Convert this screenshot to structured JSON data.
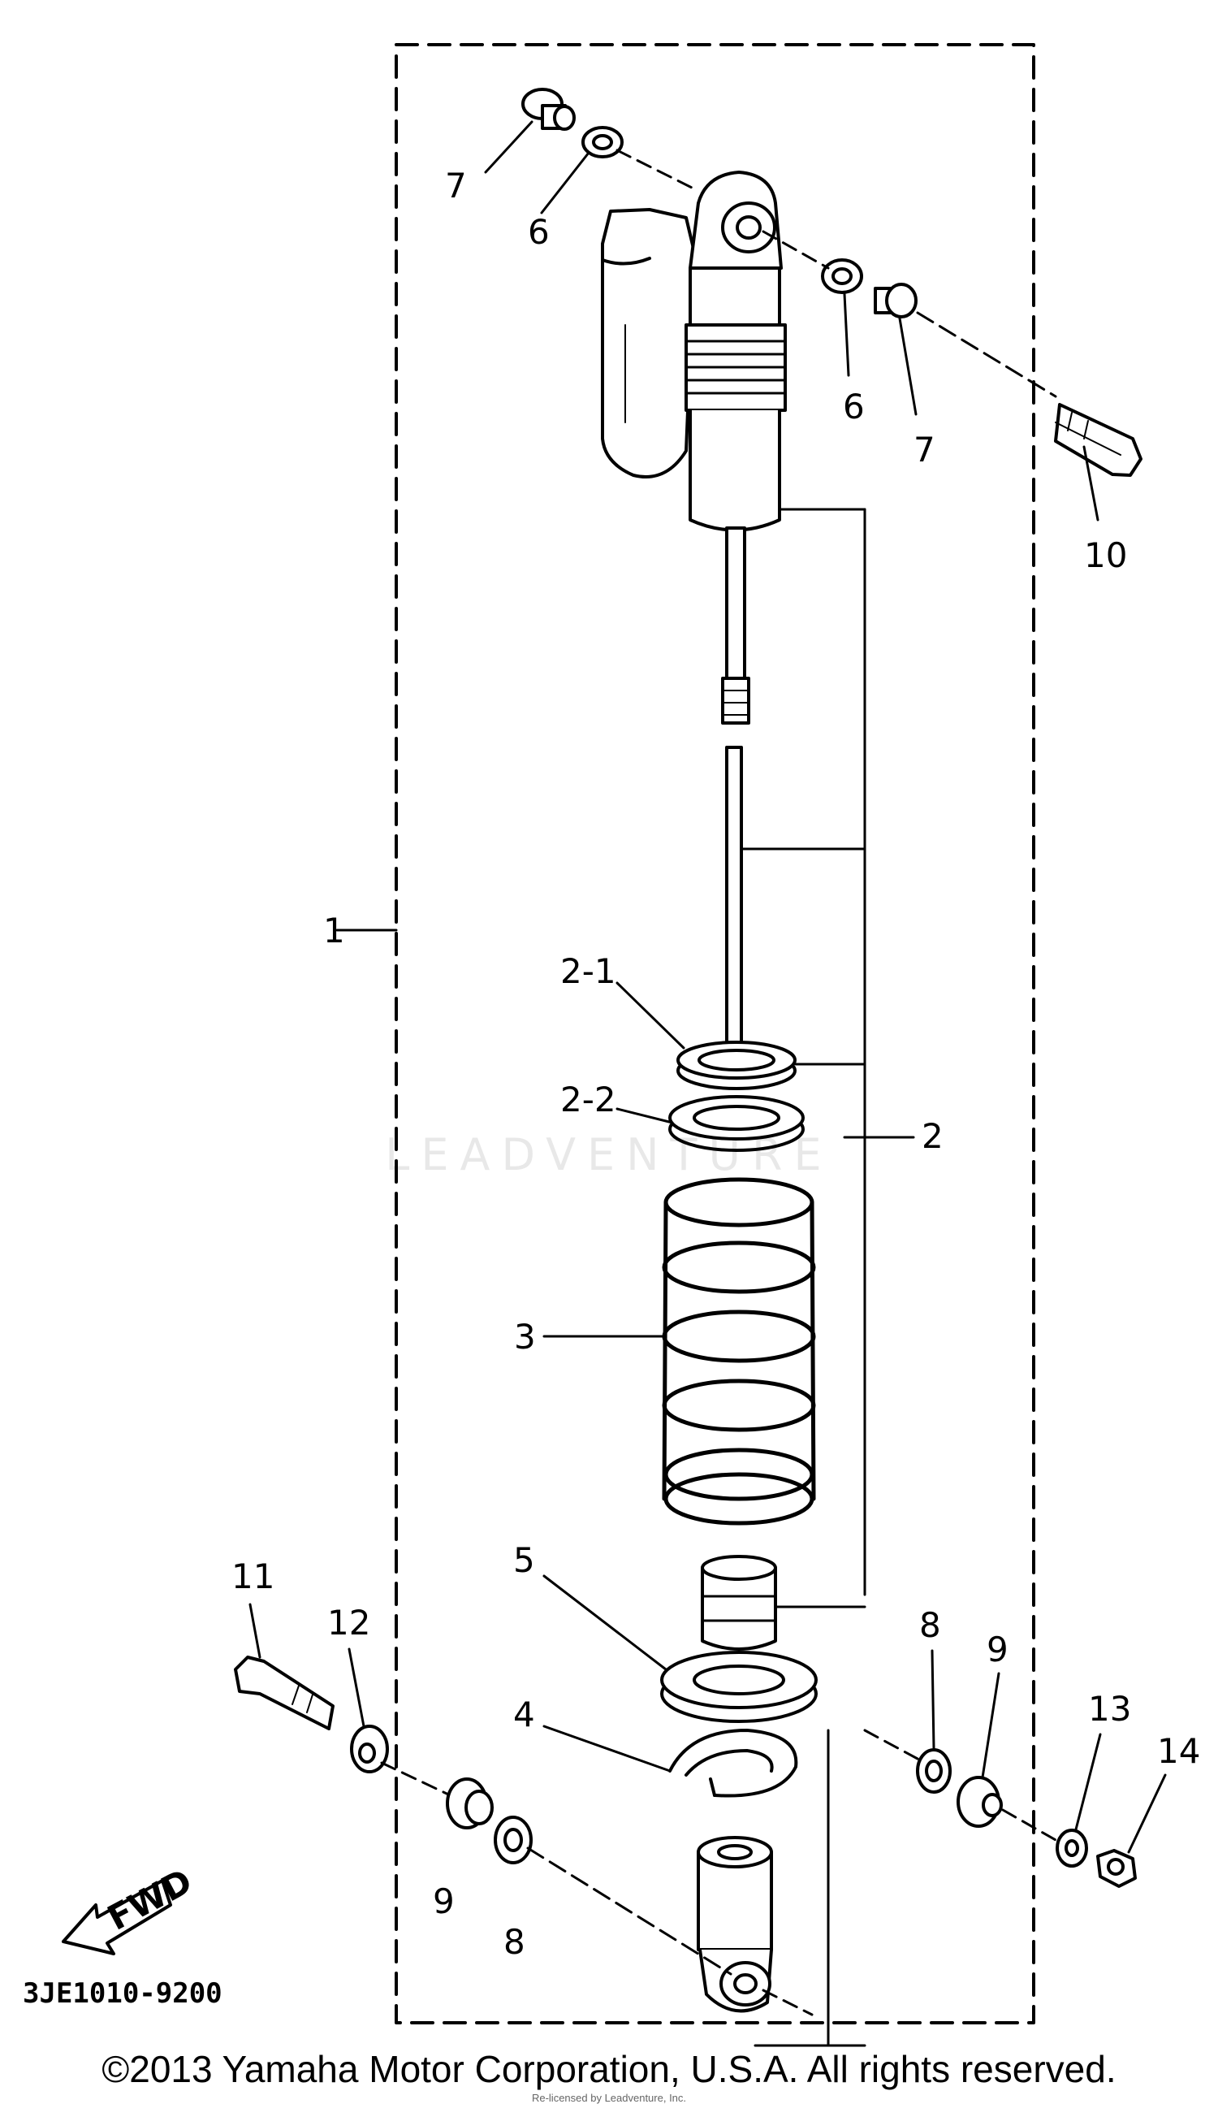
{
  "diagram": {
    "parts": {
      "p1": "1",
      "p2": "2",
      "p2_1": "2-1",
      "p2_2": "2-2",
      "p3": "3",
      "p4": "4",
      "p5": "5",
      "p6a": "6",
      "p6b": "6",
      "p7a": "7",
      "p7b": "7",
      "p8a": "8",
      "p8b": "8",
      "p9a": "9",
      "p9b": "9",
      "p10": "10",
      "p11": "11",
      "p12": "12",
      "p13": "13",
      "p14": "14"
    },
    "fwd_label": "FWD",
    "diagram_code": "3JE1010-9200"
  },
  "watermark": "LEADVENTURE",
  "copyright": "©2013 Yamaha Motor Corporation, U.S.A. All rights reserved.",
  "fineprint": "Re-licensed by Leadventure, Inc."
}
